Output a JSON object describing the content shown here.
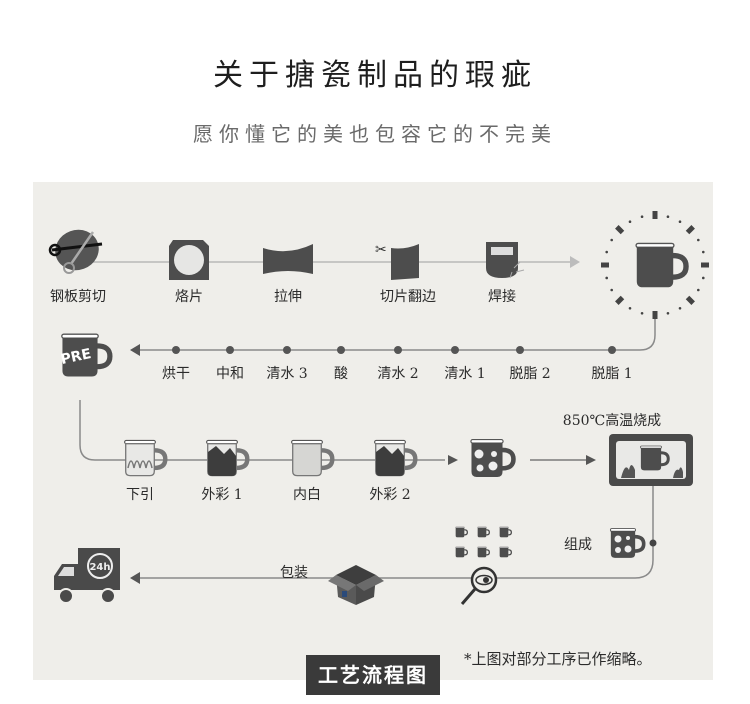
{
  "header": {
    "title": "关于搪瓷制品的瑕疵",
    "subtitle": "愿你懂它的美也包容它的不完美"
  },
  "colors": {
    "panel_bg": "#efeeea",
    "icon_dark": "#4a4a4a",
    "line": "#9a9a9a",
    "badge_bg": "#3a3a3a"
  },
  "row1": {
    "steps": [
      {
        "label": "钢板剪切",
        "icon": "scissors-plate-icon"
      },
      {
        "label": "烙片",
        "icon": "blank-disc-icon"
      },
      {
        "label": "拉伸",
        "icon": "stretched-sheet-icon"
      },
      {
        "label": "切片翻边",
        "icon": "cut-flange-icon"
      },
      {
        "label": "焊接",
        "icon": "welded-body-icon"
      }
    ],
    "end_icon": "mug-dial-icon"
  },
  "row2": {
    "steps": [
      "脱脂 1",
      "脱脂 2",
      "清水 1",
      "清水 2",
      "酸",
      "清水 3",
      "中和",
      "烘干"
    ],
    "pre_mug_text": "PRE"
  },
  "row3": {
    "steps": [
      {
        "label": "下引",
        "icon": "dipped-mug-icon"
      },
      {
        "label": "外彩 1",
        "icon": "outer-color-mug-icon"
      },
      {
        "label": "内白",
        "icon": "inner-white-mug-icon"
      },
      {
        "label": "外彩 2",
        "icon": "outer-color-mug-icon"
      }
    ],
    "flower_mug_icon": "flower-mug-icon",
    "kiln_label": "850℃高温烧成",
    "kiln_icon": "kiln-icon"
  },
  "row4": {
    "assemble_label": "组成",
    "inspect_icon": "inspection-icon",
    "package_label": "包装",
    "package_icon": "box-icon",
    "delivery_icon": "truck-24h-icon",
    "delivery_badge": "24h"
  },
  "footer": {
    "badge": "工艺流程图",
    "note": "*上图对部分工序已作缩略。"
  }
}
